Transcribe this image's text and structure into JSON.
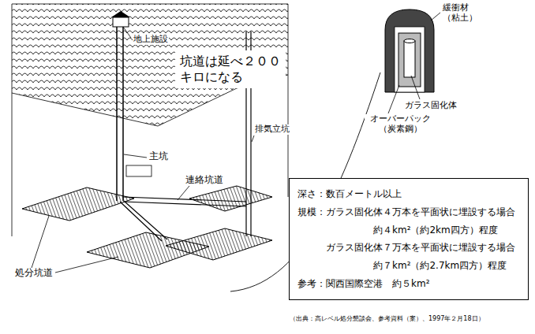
{
  "diagram": {
    "caption": "（出典：高レベル処分懇談会、参考資料（案）、1997年２月18日）",
    "nodes": [
      {
        "text": [
          "坑道は延べ２００キロになる"
        ]
      },
      {
        "text": [
          "深さ：数百メートル以上",
          "規模：ガラス固化体４万本を平面状に埋設する場合",
          "約４km²（約2km四方）程度",
          "ガラス固化体７万本を平面状に埋設する場合",
          "約７km²（約2.7km四方）程度",
          "参考：関西国際空港　約５km²"
        ]
      }
    ],
    "labels": [
      "地上施設",
      "主坑",
      "排気立坑",
      "連絡坑道",
      "処分坑道",
      "緩衝材 （粘土）",
      "ガラス固化体",
      "オーバーパック （炭素鋼）"
    ]
  }
}
